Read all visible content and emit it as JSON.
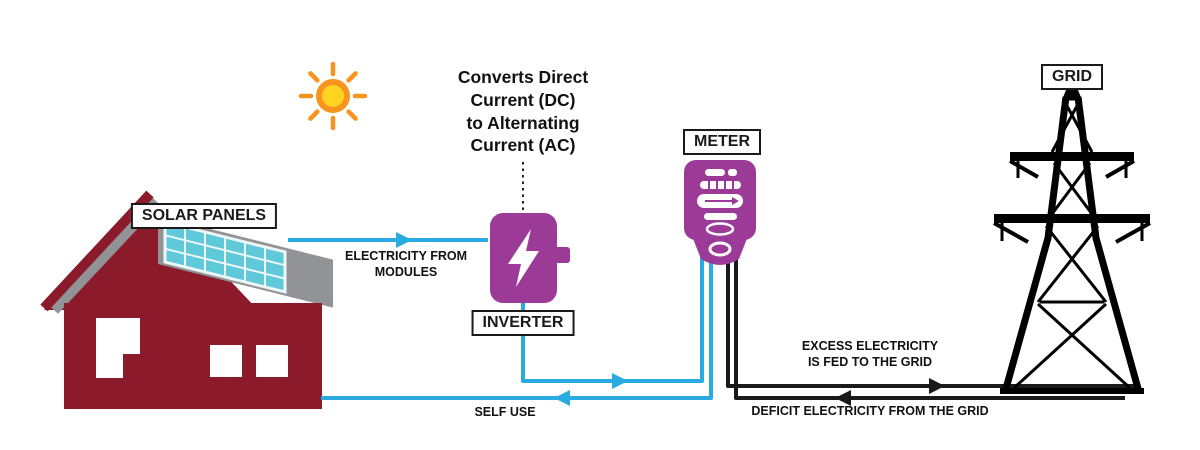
{
  "colors": {
    "purple": "#9c3a98",
    "blue": "#29abe2",
    "maroon": "#8b1a2b",
    "roof_gray": "#919396",
    "panel_cyan": "#5fc9d9",
    "sun_yellow": "#ffd31f",
    "sun_orange": "#f7941d",
    "line_black": "#1a1a1a"
  },
  "component_labels": {
    "solar_panels": "SOLAR PANELS",
    "inverter": "INVERTER",
    "meter": "METER",
    "grid": "GRID"
  },
  "inverter_caption": {
    "lines": [
      "Converts Direct",
      "Current (DC)",
      "to Alternating",
      "Current (AC)"
    ]
  },
  "flow_labels": {
    "modules": [
      "ELECTRICITY FROM",
      "MODULES"
    ],
    "self_use": "SELF USE",
    "excess": [
      "EXCESS ELECTRICITY",
      "IS FED TO THE GRID"
    ],
    "deficit": "DEFICIT ELECTRICITY FROM THE GRID"
  }
}
